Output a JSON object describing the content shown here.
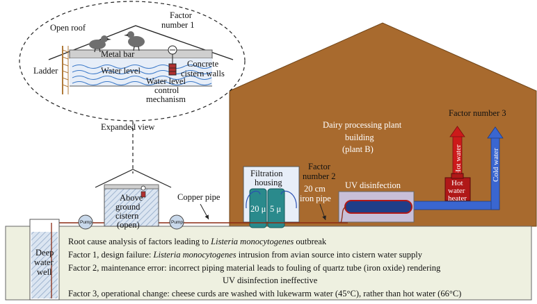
{
  "labels": {
    "open_roof": "Open roof",
    "factor1_line1": "Factor",
    "factor1_line2": "number 1",
    "metal_bar": "Metal bar",
    "ladder": "Ladder",
    "water_level": "Water level",
    "concrete_line1": "Concrete",
    "concrete_line2": "cistern walls",
    "control_line1": "Water level",
    "control_line2": "control",
    "control_line3": "mechanism",
    "expanded_view": "Expanded view",
    "building_line1": "Dairy processing plant",
    "building_line2": "building",
    "building_line3": "(plant B)",
    "factor3": "Factor number 3",
    "hot_water": "Hot water",
    "cold_water": "Cold water",
    "heater_line1": "Hot",
    "heater_line2": "water",
    "heater_line3": "heater",
    "filtration_line1": "Filtration",
    "filtration_line2": "housing",
    "filter_20": "20 μ",
    "filter_5": "5 μ",
    "factor2_line1": "Factor",
    "factor2_line2": "number 2",
    "iron_line1": "20 cm",
    "iron_line2": "iron pipe",
    "uv": "UV disinfection",
    "copper_pipe": "Copper pipe",
    "cistern_line1": "Above",
    "cistern_line2": "ground",
    "cistern_line3": "cistern",
    "cistern_line4": "(open)",
    "pump": "Pump",
    "well_line1": "Deep",
    "well_line2": "water",
    "well_line3": "well"
  },
  "caption": {
    "title_pre": "Root cause analysis of factors leading to ",
    "title_em": "Listeria monocytogenes",
    "title_post": " outbreak",
    "f1_pre": "Factor 1, design failure: ",
    "f1_em": "Listeria monocytogenes",
    "f1_post": " intrusion from avian source into cistern water supply",
    "f2_a": "Factor 2, maintenance error: incorrect piping material leads to fouling of quartz tube (iron oxide) rendering",
    "f2_b": "UV disinfection ineffective",
    "f3": "Factor 3, operational change: cheese curds are washed with lukewarm water (45°C), rather than hot water (66°C)"
  },
  "colors": {
    "building": "#a86a2e",
    "ground": "#eef0e0",
    "water": "#c8d8ea",
    "filter": "#2a8a8c",
    "hot": "#cc1a1a",
    "cold": "#3a66d0",
    "pipe": "#8b2a12",
    "uv_box": "#c8bfd8"
  }
}
